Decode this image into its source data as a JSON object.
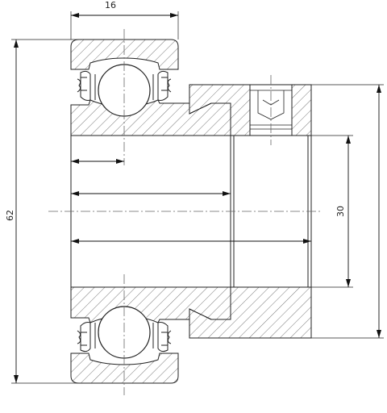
{
  "dimensions": {
    "width_label": "16",
    "outer_diameter_label": "62",
    "bore_diameter_label": "30"
  },
  "colors": {
    "line": "#222222",
    "hatch": "#555555",
    "centerline": "#666666"
  }
}
